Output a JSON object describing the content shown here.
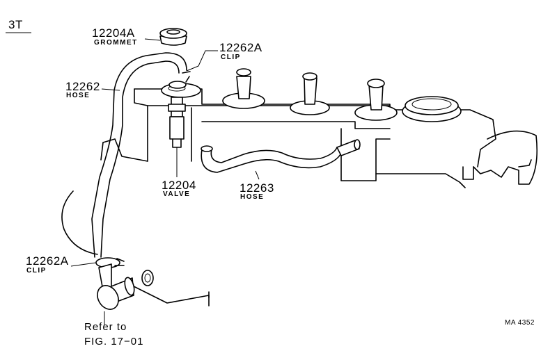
{
  "model": "3T",
  "callouts": {
    "grommet": {
      "part": "12204A",
      "name": "GROMMET"
    },
    "clip_upper": {
      "part": "12262A",
      "name": "CLIP"
    },
    "hose_upper": {
      "part": "12262",
      "name": "HOSE"
    },
    "valve": {
      "part": "12204",
      "name": "VALVE"
    },
    "hose_lower": {
      "part": "12263",
      "name": "HOSE"
    },
    "clip_lower": {
      "part": "12262A",
      "name": "CLIP"
    }
  },
  "reference": {
    "line1": "Refer to",
    "line2": "FIG. 17−01"
  },
  "drawing_code": "MA 4352"
}
